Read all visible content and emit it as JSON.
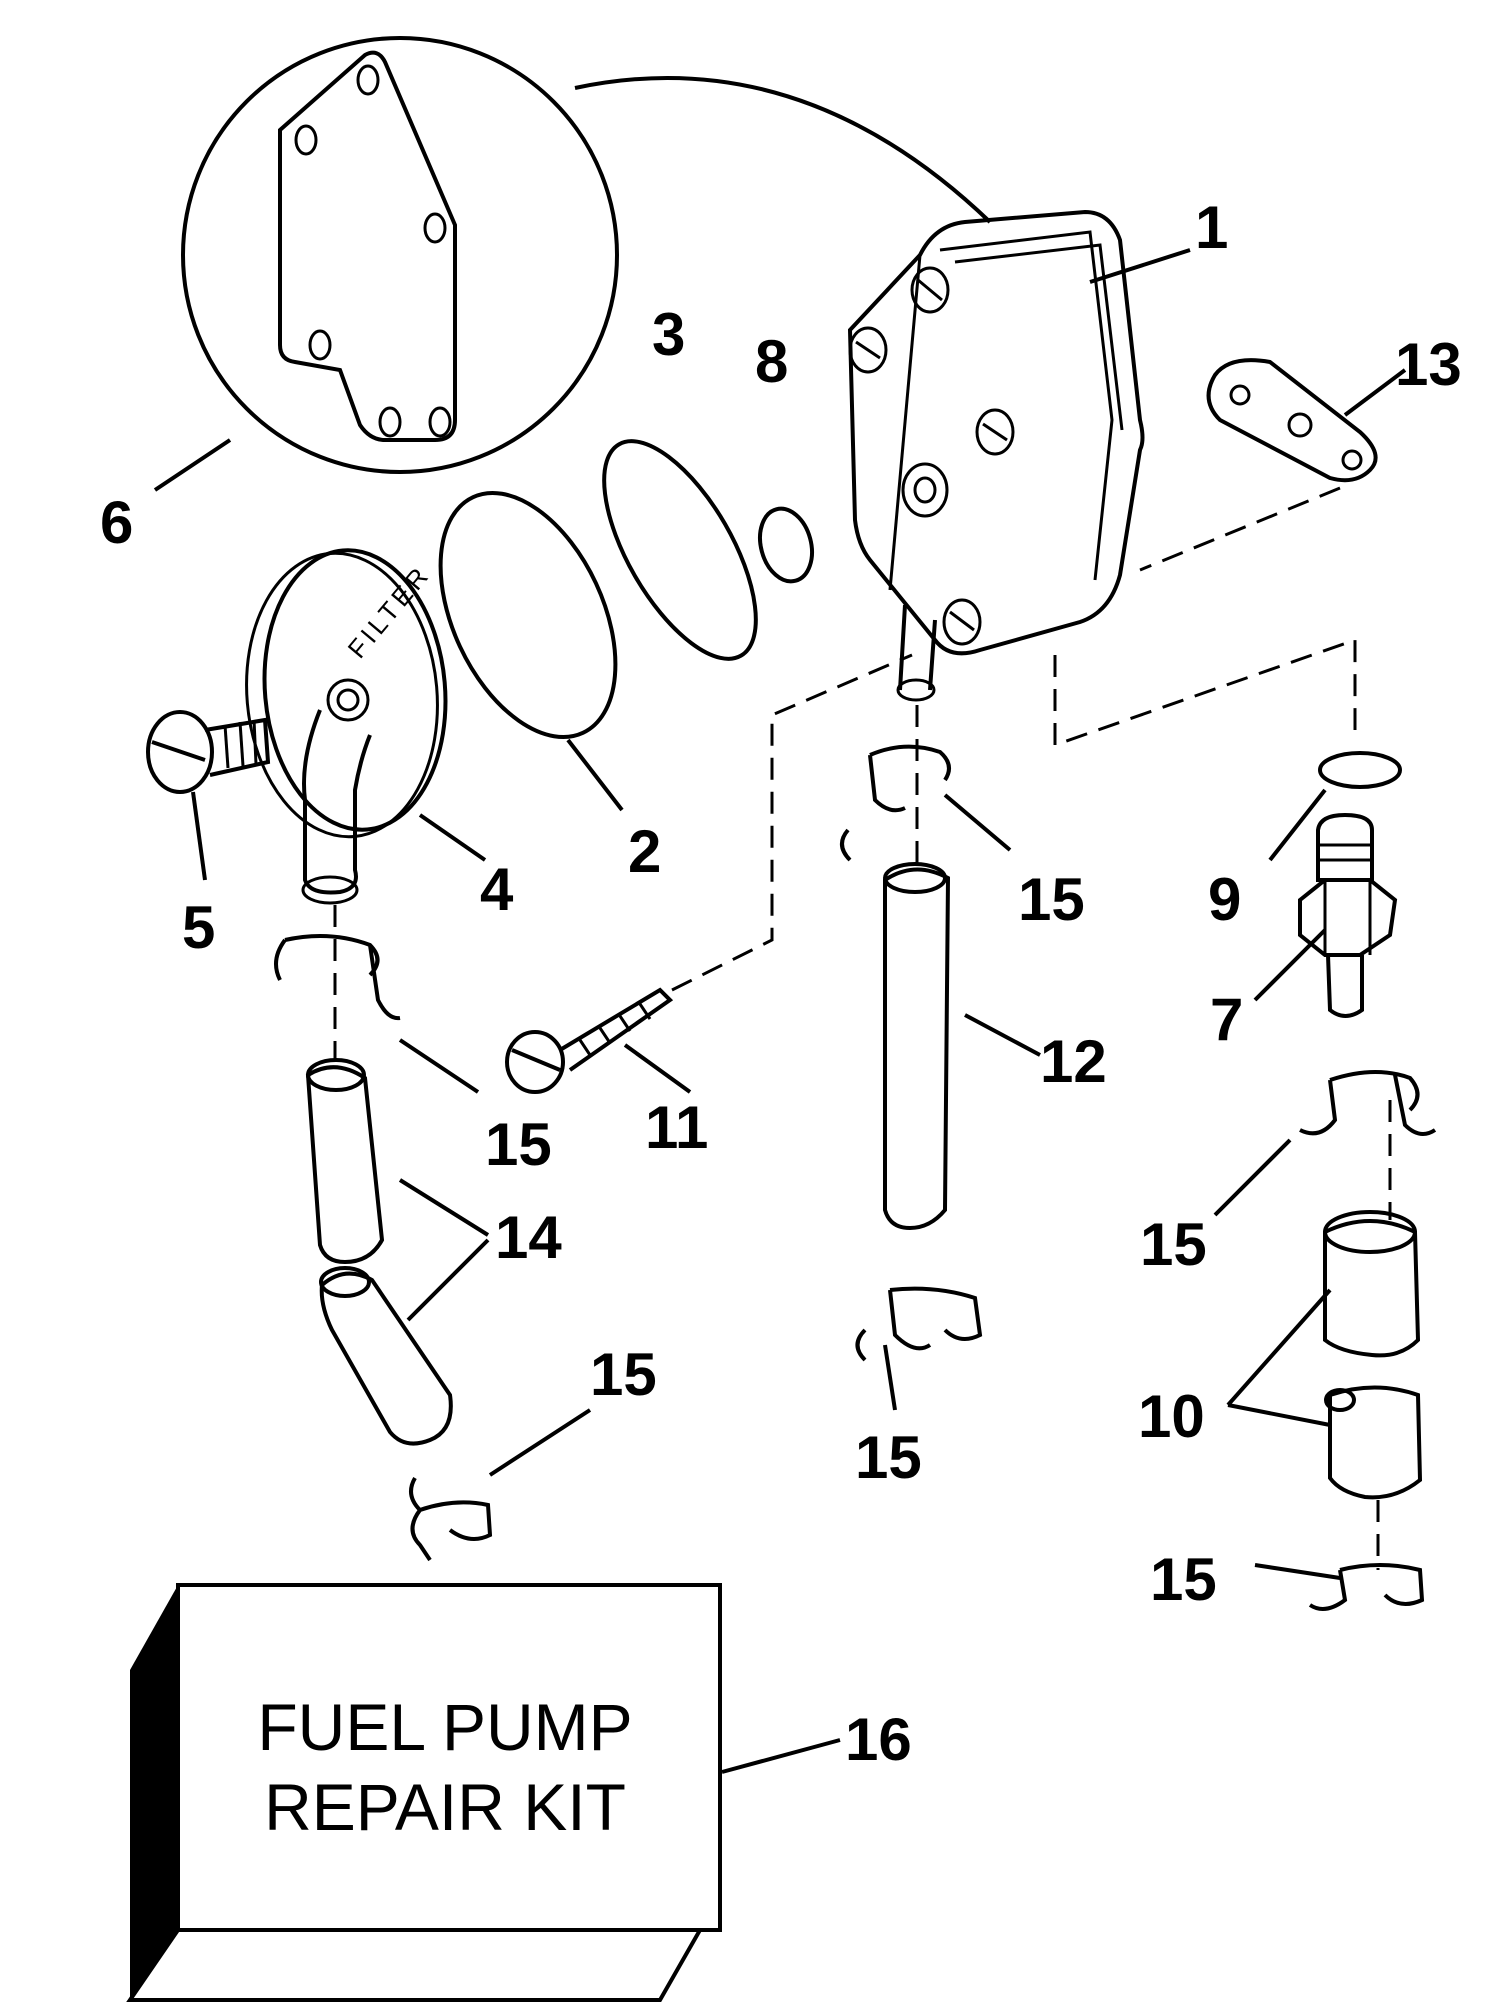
{
  "callouts": {
    "c1": "1",
    "c2": "2",
    "c3": "3",
    "c4": "4",
    "c5": "5",
    "c6": "6",
    "c7": "7",
    "c8": "8",
    "c9": "9",
    "c10": "10",
    "c11": "11",
    "c12": "12",
    "c13": "13",
    "c14": "14",
    "c15a": "15",
    "c15b": "15",
    "c15c": "15",
    "c15d": "15",
    "c15e": "15",
    "c15f": "15",
    "c16": "16"
  },
  "filter_label": "FILTER",
  "kit": {
    "line1": "FUEL PUMP",
    "line2": "REPAIR KIT"
  }
}
